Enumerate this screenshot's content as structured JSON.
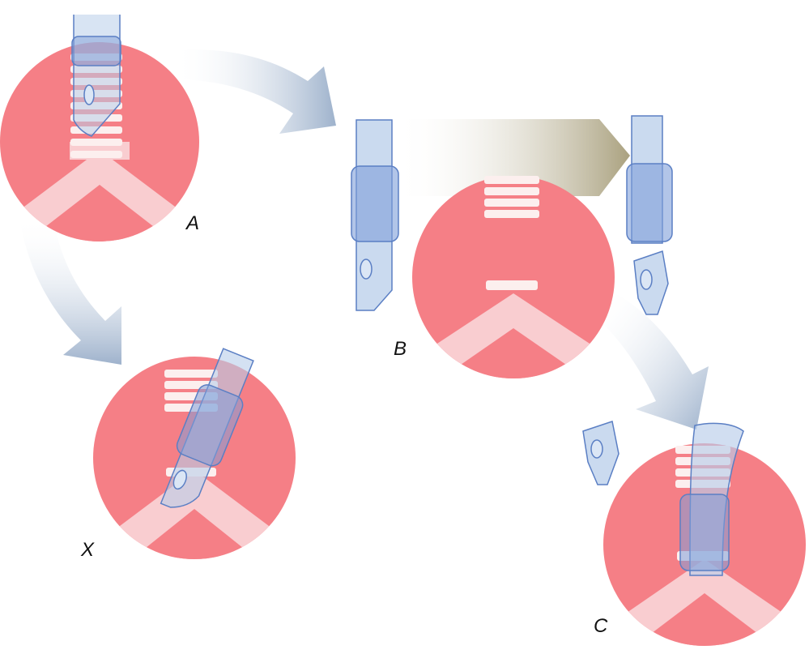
{
  "labels": {
    "a": "A",
    "b": "B",
    "c": "C",
    "x": "X"
  },
  "colors": {
    "lung": "#f57f86",
    "airway": "#f9cdd0",
    "ring": "#fcefee",
    "tube": "#b8cdea",
    "tube_stroke": "#5b7fc4",
    "cuff": "#7f9ed8",
    "arrow_blue": "#9eb2cc",
    "arrow_tan": "#aaa17f"
  }
}
